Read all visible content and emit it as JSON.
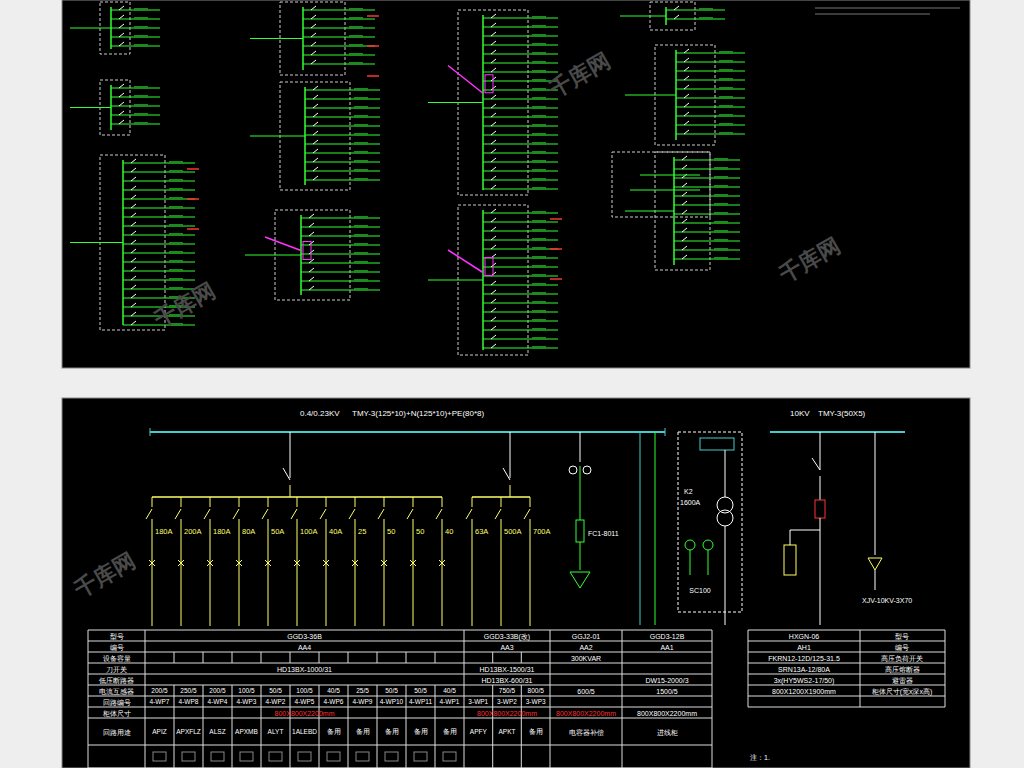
{
  "diagram": {
    "labels": [
      "0.4/0.23KV",
      "TMY-3(125*10)+N(125*10)+PE(80*8)",
      "10KV",
      "TMY-3(50X5)",
      "180A",
      "200A",
      "180A",
      "80A",
      "50A",
      "100A",
      "40A",
      "25",
      "50",
      "50",
      "40",
      "63A",
      "500A",
      "700A",
      "K2",
      "1600A",
      "FC1-8011",
      "SC100",
      "XJV-10KV-3X70",
      "型号",
      "编号",
      "设备容量",
      "刀开关",
      "低压断路器",
      "电流互感器",
      "回路编号",
      "柜体尺寸",
      "回路用途",
      "GGD3-36B",
      "GGD3-33B(改)",
      "GGJ2-01",
      "GGD3-12B",
      "AA4",
      "AA3",
      "AA2",
      "AA1",
      "300KVAR",
      "HD13BX-1000/31",
      "HD13BX-1500/31",
      "HD13BX-600/31",
      "DW15-2000/3",
      "200/5",
      "250/5",
      "200/5",
      "100/5",
      "50/5",
      "100/5",
      "40/5",
      "25/5",
      "50/5",
      "50/5",
      "40/5",
      "750/5",
      "800/5",
      "600/5",
      "1500/5",
      "4-WP7",
      "4-WP8",
      "4-WP4",
      "4-WP3",
      "4-WP2",
      "4-WP5",
      "4-WP6",
      "4-WP9",
      "4-WP10",
      "4-WP11",
      "4-WP1",
      "3-WP1",
      "3-WP2",
      "3-WP3",
      "800X800X2200mm",
      "800X800X2200mm",
      "800X800X2200mm",
      "800X800X2200mm",
      "APIZ",
      "APXFLZ",
      "ALSZ",
      "APXMB",
      "ALYT",
      "1ALEBD",
      "备用",
      "备用",
      "备用",
      "备用",
      "备用",
      "APFY",
      "APKT",
      "备用",
      "电容器补偿",
      "进线柜",
      "HXGN-06",
      "型号",
      "AH1",
      "编号",
      "FKRN12-12D/125-31.5",
      "高压负荷开关",
      "SRN13A-12/80A",
      "高压熔断器",
      "3x(HY5WS2-17/50)",
      "避雷器",
      "800X1200X1900mm",
      "柜体尺寸(宽x深x高)",
      "注：1.",
      "千库网",
      "千库网",
      "千库网",
      "千库网"
    ]
  }
}
